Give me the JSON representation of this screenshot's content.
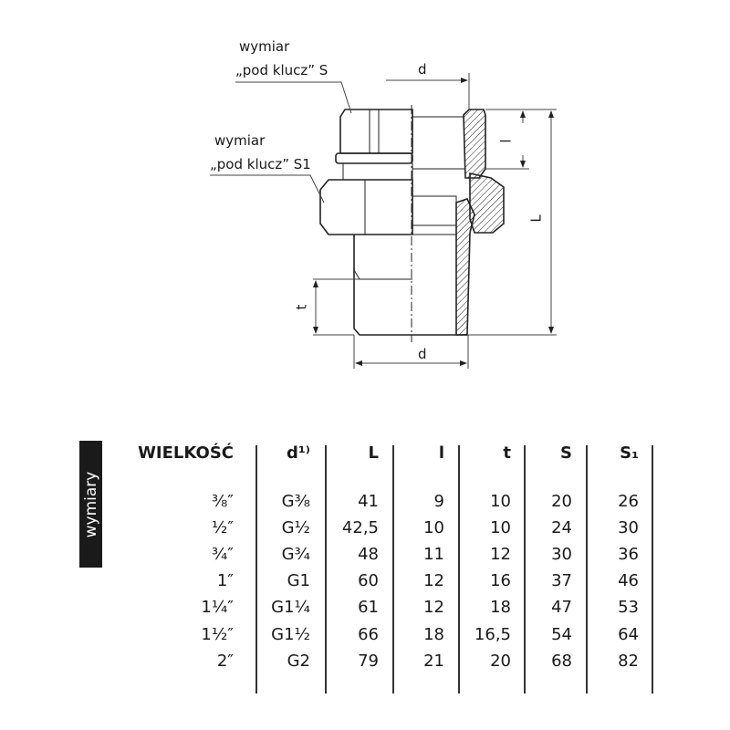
{
  "drawing": {
    "label_s_line1": "wymiar",
    "label_s_line2": "„pod klucz” S",
    "label_s1_line1": "wymiar",
    "label_s1_line2": "„pod klucz” S1",
    "dim_d_top": "d",
    "dim_d_bottom": "d",
    "dim_l": "l",
    "dim_L": "L",
    "dim_t": "t"
  },
  "table": {
    "side_label": "wymiary",
    "headers": [
      "WIELKOŚĆ",
      "d¹⁾",
      "L",
      "l",
      "t",
      "S",
      "S₁"
    ],
    "rows": [
      [
        "⅜″",
        "G⅜",
        "41",
        "9",
        "10",
        "20",
        "26"
      ],
      [
        "½″",
        "G½",
        "42,5",
        "10",
        "10",
        "24",
        "30"
      ],
      [
        "¾″",
        "G¾",
        "48",
        "11",
        "12",
        "30",
        "36"
      ],
      [
        "1″",
        "G1",
        "60",
        "12",
        "16",
        "37",
        "46"
      ],
      [
        "1¼″",
        "G1¼",
        "61",
        "12",
        "18",
        "47",
        "53"
      ],
      [
        "1½″",
        "G1½",
        "66",
        "18",
        "16,5",
        "54",
        "64"
      ],
      [
        "2″",
        "G2",
        "79",
        "21",
        "20",
        "68",
        "82"
      ]
    ]
  }
}
